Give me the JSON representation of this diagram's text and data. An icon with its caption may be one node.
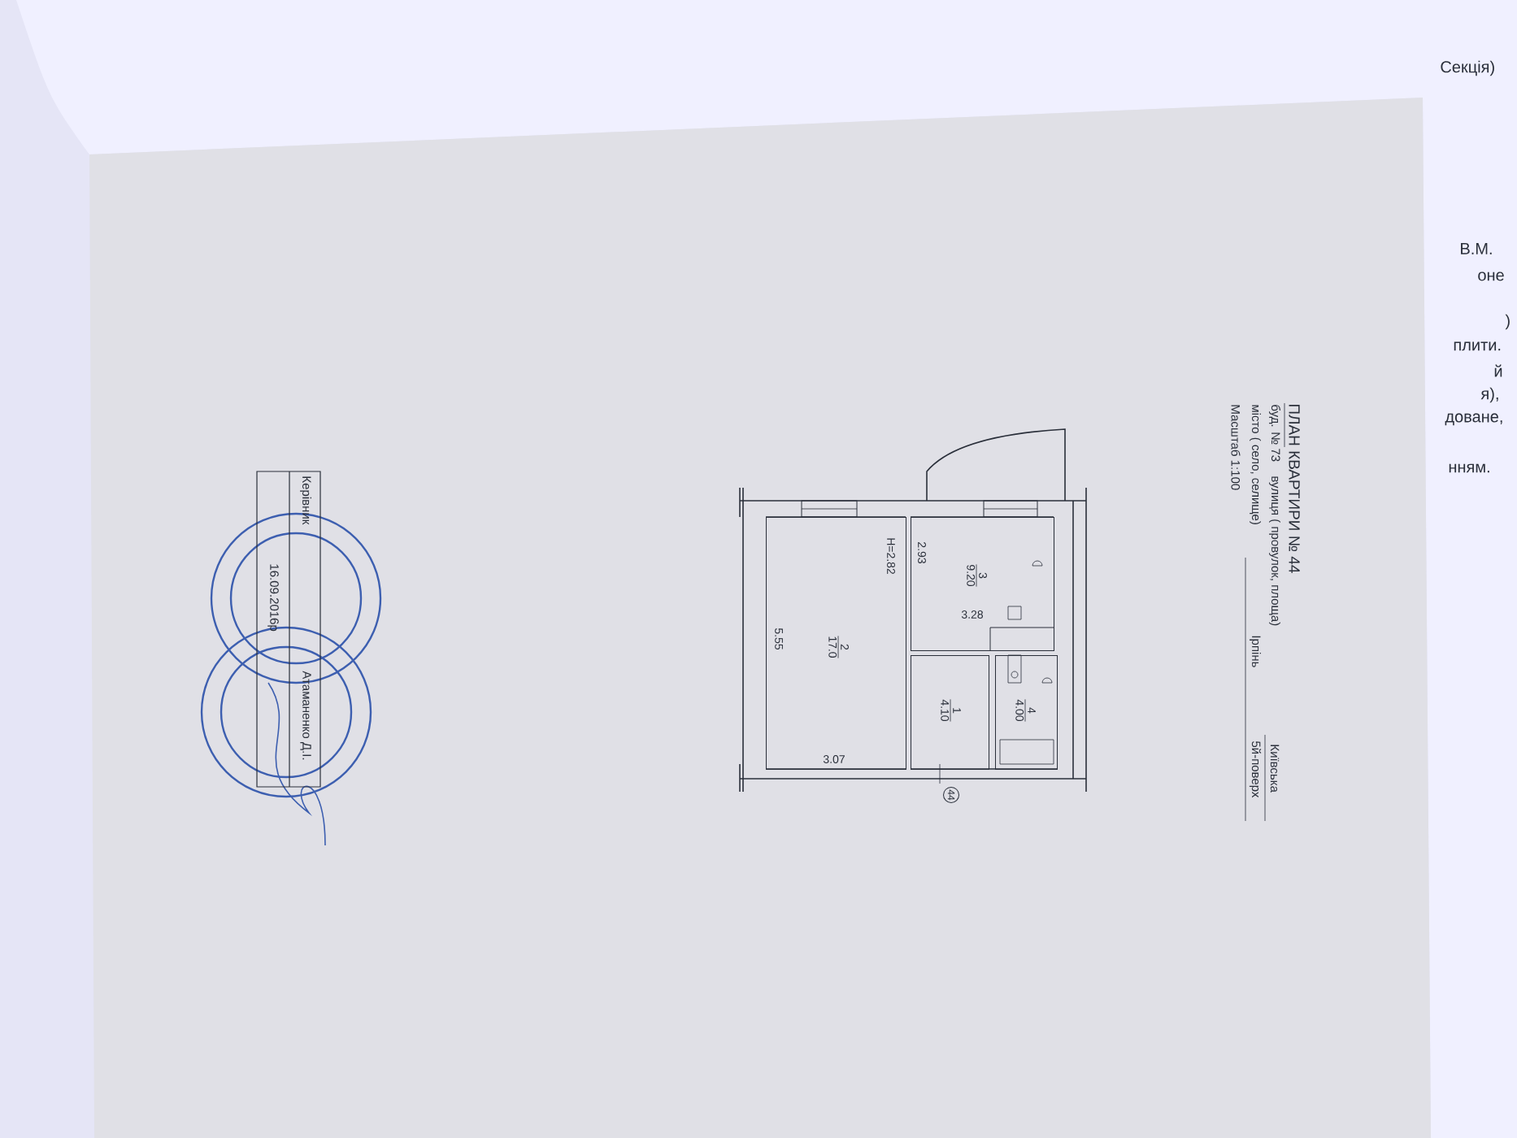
{
  "diagram": {
    "title": "ПЛАН КВАРТИРИ № 44",
    "nodes": [
      {
        "text": [
          "1",
          "4.10"
        ]
      },
      {
        "text": [
          "2",
          "17.0"
        ]
      },
      {
        "text": [
          "3",
          "9.20"
        ]
      },
      {
        "text": [
          "4",
          "4.00"
        ]
      },
      {
        "text": [
          "44"
        ]
      }
    ],
    "labels": [
      "Секція)",
      "В.М.",
      "оне",
      ")",
      "плити.",
      "й",
      "я),",
      "доване,",
      "нням.",
      "буд. № 73",
      "вулиця ( провулок, площа)",
      "Київська",
      "місто ( село, селище)",
      "Ірпінь",
      "5й-поверх",
      "Масштаб 1:100",
      "H=2.82",
      "2.93",
      "3.28",
      "5.55",
      "3.07",
      "Керівник",
      "Атаманенко Д.І.",
      "16.09.2016р"
    ]
  }
}
